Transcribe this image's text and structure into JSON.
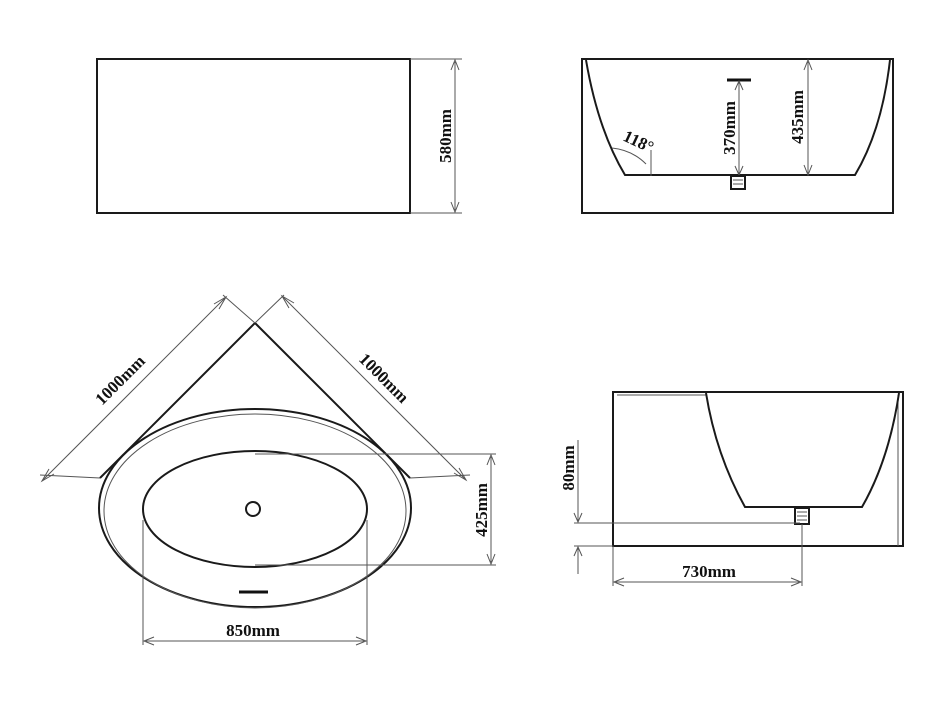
{
  "labels": {
    "front_height": "580mm",
    "side_angle": "118°",
    "side_overflow": "370mm",
    "side_depth": "435mm",
    "plan_edge_left": "1000mm",
    "plan_edge_right": "1000mm",
    "plan_width": "850mm",
    "plan_depth": "425mm",
    "section_base": "80mm",
    "section_length": "730mm"
  }
}
